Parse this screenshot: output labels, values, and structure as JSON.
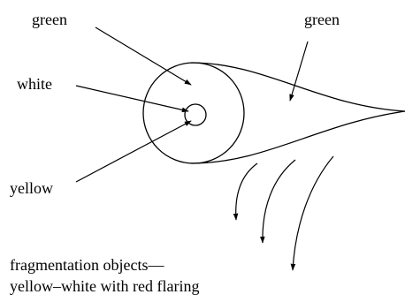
{
  "labels": {
    "green_left": "green",
    "green_right": "green",
    "white": "white",
    "yellow": "yellow",
    "fragmentation_line1": "fragmentation objects—",
    "fragmentation_line2": "yellow–white with red flaring"
  },
  "colors": {
    "ink": "#000000",
    "background": "#ffffff"
  }
}
